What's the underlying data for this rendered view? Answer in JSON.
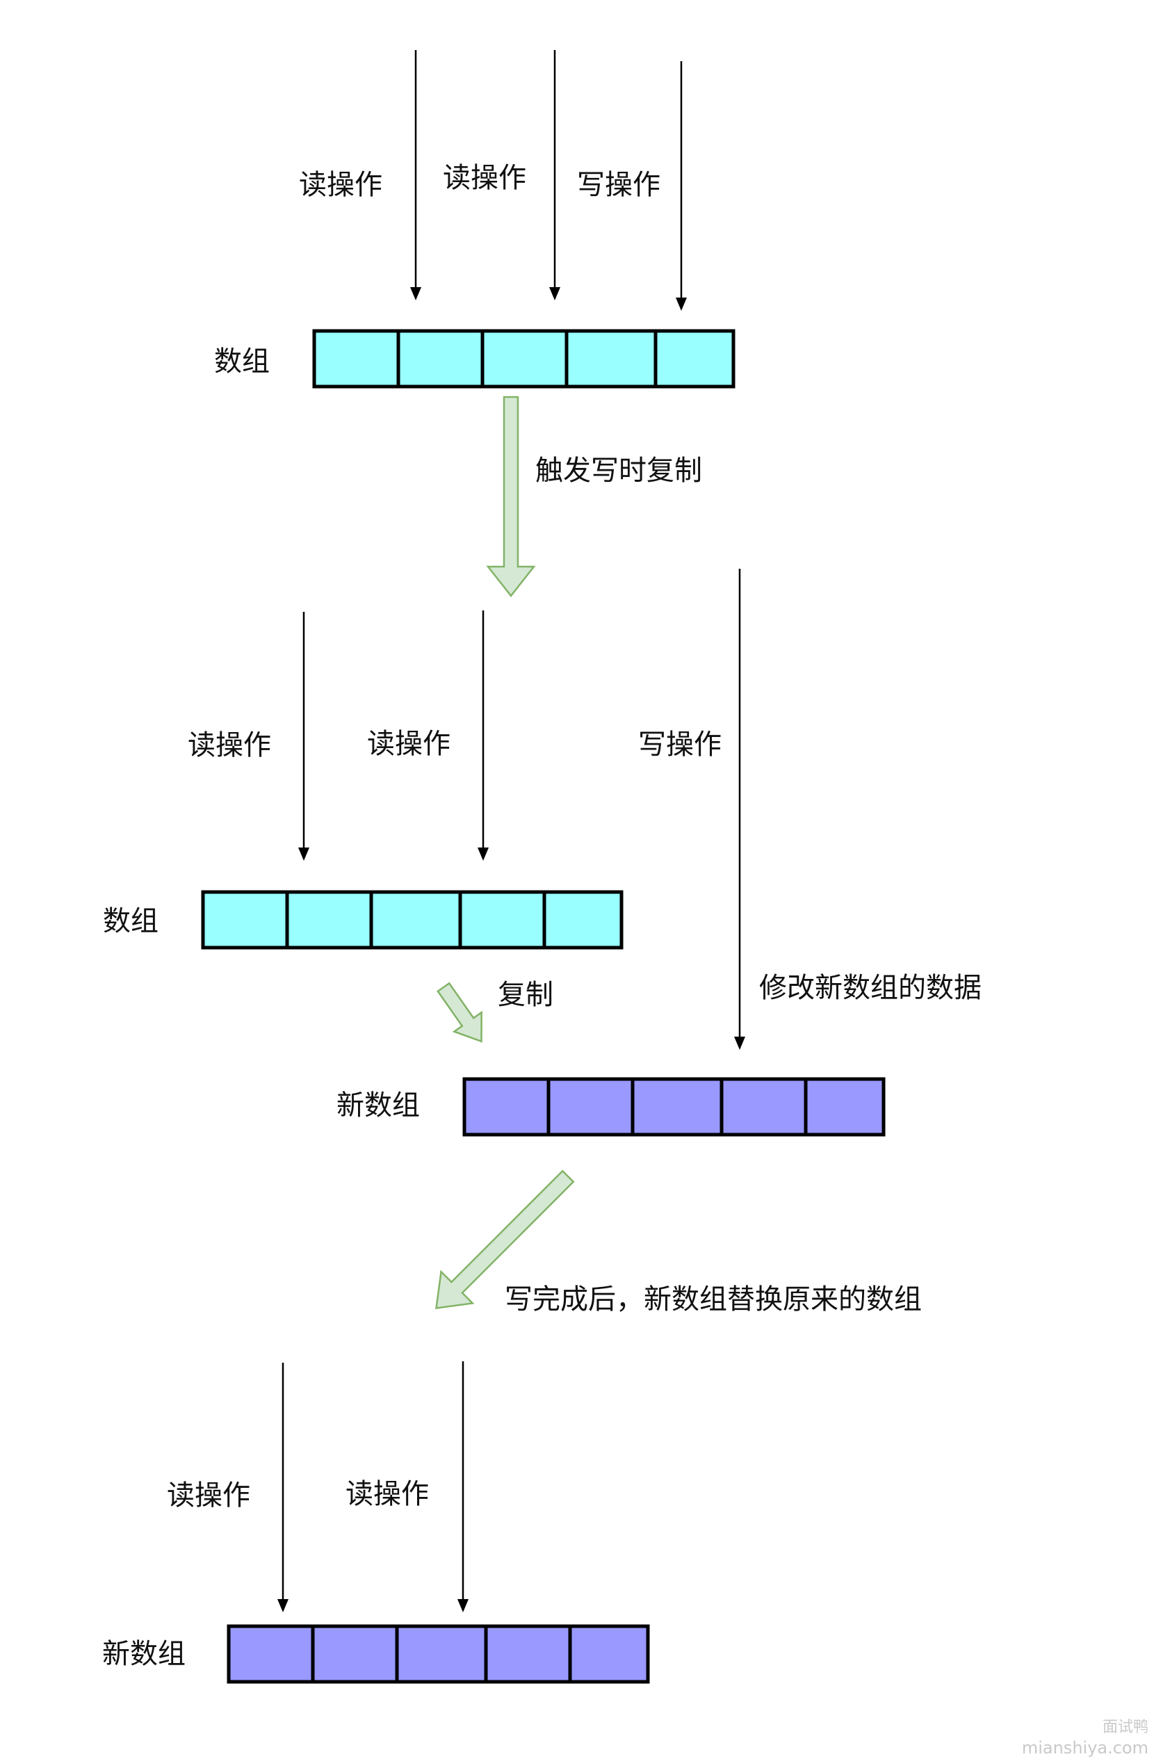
{
  "colors": {
    "original_array_fill": "#99ffff",
    "new_array_fill": "#9999ff",
    "cell_border": "#000000",
    "process_arrow_fill": "#d5e8d4",
    "process_arrow_stroke": "#82b366"
  },
  "stage1": {
    "ops": [
      "读操作",
      "读操作",
      "写操作"
    ],
    "array_label": "数组",
    "array_cells": 5
  },
  "trigger_label": "触发写时复制",
  "stage2": {
    "ops": [
      "读操作",
      "读操作",
      "写操作"
    ],
    "array_label": "数组",
    "array_cells": 5,
    "copy_label": "复制",
    "modify_label": "修改新数组的数据",
    "new_array_label": "新数组",
    "new_array_cells": 5
  },
  "replace_label": "写完成后，新数组替换原来的数组",
  "stage3": {
    "ops": [
      "读操作",
      "读操作"
    ],
    "array_label": "新数组",
    "array_cells": 5
  },
  "watermark": {
    "line1": "面试鸭",
    "line2": "mianshiya.com"
  }
}
